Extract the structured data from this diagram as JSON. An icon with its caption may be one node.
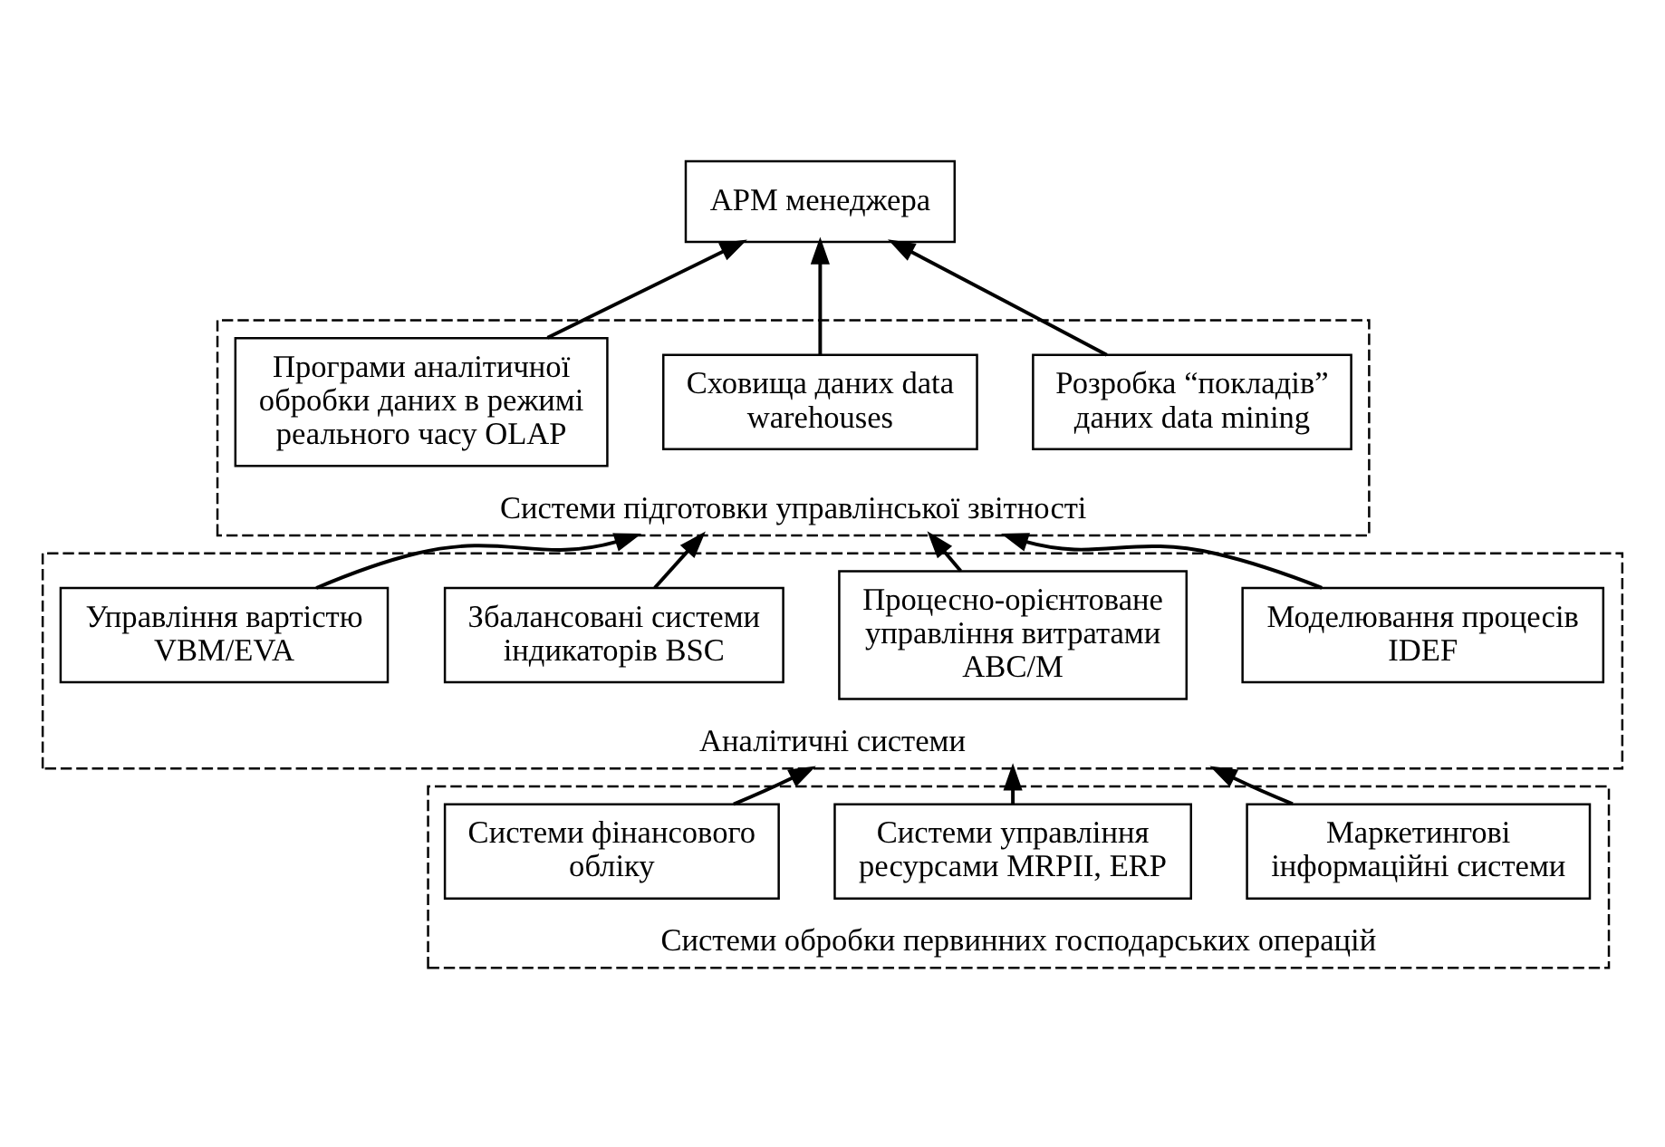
{
  "diagram": {
    "nodes": [
      {
        "text": [
          "АРМ менеджера"
        ]
      },
      {
        "text": [
          "Системи підготовки управлінської звітності"
        ]
      },
      {
        "text": [
          "Програми аналітичної обробки даних в режимі реального часу OLAP"
        ],
        "in": 1
      },
      {
        "text": [
          "Сховища даних data warehouses"
        ],
        "in": 1
      },
      {
        "text": [
          "Розробка “покладів” даних data mining"
        ],
        "in": 1
      },
      {
        "text": [
          "Аналітичні системи"
        ]
      },
      {
        "text": [
          "Управління вартістю VBM/EVA"
        ],
        "in": 5
      },
      {
        "text": [
          "Збалансовані системи індикаторів BSC"
        ],
        "in": 5
      },
      {
        "text": [
          "Процесно-орієнтоване управління витратами ABC/M"
        ],
        "in": 5
      },
      {
        "text": [
          "Моделювання процесів IDEF"
        ],
        "in": 5
      },
      {
        "text": [
          "Системи обробки первинних господарських операцій"
        ]
      },
      {
        "text": [
          "Системи фінансового обліку"
        ],
        "in": 10
      },
      {
        "text": [
          "Системи управління ресурсами MRPII, ERP"
        ],
        "in": 10
      },
      {
        "text": [
          "Маркетингові інформаційні системи"
        ],
        "in": 10
      }
    ],
    "edges": [
      {
        "from": 2,
        "to": 0,
        "arrow": "to"
      },
      {
        "from": 3,
        "to": 0,
        "arrow": "to"
      },
      {
        "from": 4,
        "to": 0,
        "arrow": "to"
      },
      {
        "from": 6,
        "to": 1,
        "arrow": "to"
      },
      {
        "from": 7,
        "to": 1,
        "arrow": "to"
      },
      {
        "from": 8,
        "to": 1,
        "arrow": "to"
      },
      {
        "from": 9,
        "to": 1,
        "arrow": "to"
      },
      {
        "from": 11,
        "to": 5,
        "arrow": "to"
      },
      {
        "from": 12,
        "to": 5,
        "arrow": "to"
      },
      {
        "from": 13,
        "to": 5,
        "arrow": "to"
      }
    ]
  }
}
